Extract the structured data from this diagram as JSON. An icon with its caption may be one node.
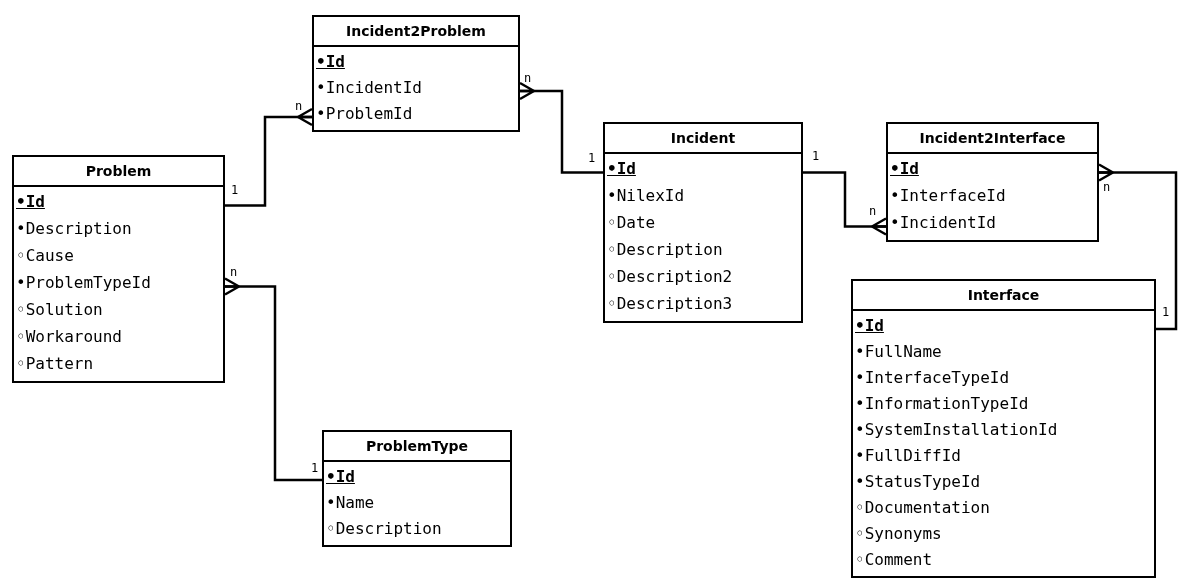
{
  "diagram": {
    "nodes": [
      {
        "text": [
          "Incident2Problem",
          "•Id",
          "•IncidentId",
          "•ProblemId"
        ]
      },
      {
        "text": [
          "Problem",
          "•Id",
          "•Description",
          "◦Cause",
          "•ProblemTypeId",
          "◦Solution",
          "◦Workaround",
          "◦Pattern"
        ]
      },
      {
        "text": [
          "Incident",
          "•Id",
          "•NilexId",
          "◦Date",
          "◦Description",
          "◦Description2",
          "◦Description3"
        ]
      },
      {
        "text": [
          "Incident2Interface",
          "•Id",
          "•InterfaceId",
          "•IncidentId"
        ]
      },
      {
        "text": [
          "Interface",
          "•Id",
          "•FullName",
          "•InterfaceTypeId",
          "•InformationTypeId",
          "•SystemInstallationId",
          "•FullDiffId",
          "•StatusTypeId",
          "◦Documentation",
          "◦Synonyms",
          "◦Comment"
        ]
      },
      {
        "text": [
          "ProblemType",
          "•Id",
          "•Name",
          "◦Description"
        ]
      }
    ],
    "edges": [
      {
        "from": 1,
        "to": 0,
        "arrow": "other"
      },
      {
        "from": 2,
        "to": 0,
        "arrow": "other"
      },
      {
        "from": 2,
        "to": 3,
        "arrow": "other"
      },
      {
        "from": 4,
        "to": 3,
        "arrow": "other"
      },
      {
        "from": 5,
        "to": 1,
        "arrow": "other"
      }
    ],
    "labels": [
      "n",
      "n",
      "1",
      "1",
      "1",
      "n",
      "n",
      "n",
      "1",
      "1"
    ]
  }
}
